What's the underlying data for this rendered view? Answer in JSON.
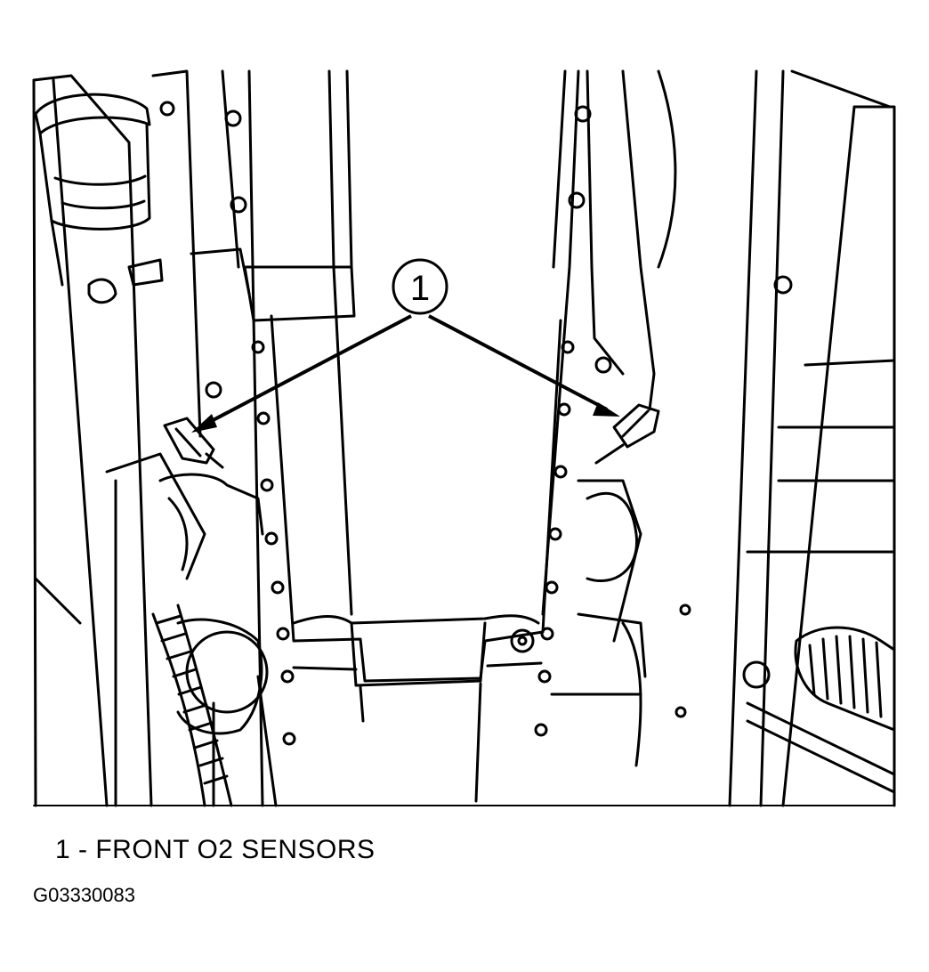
{
  "callout": {
    "number": "1"
  },
  "legend": {
    "text": "1 - FRONT O2 SENSORS"
  },
  "figure": {
    "id": "G03330083"
  },
  "colors": {
    "ink": "#000000",
    "paper": "#ffffff"
  }
}
